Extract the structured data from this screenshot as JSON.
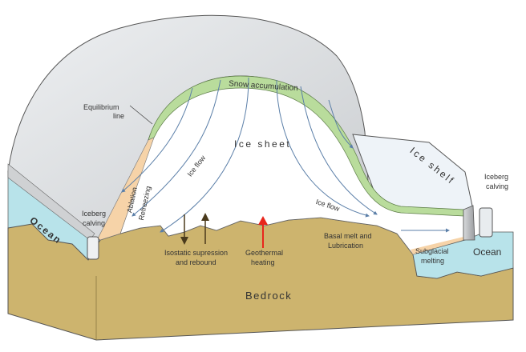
{
  "labels": {
    "snow_accumulation": "Snow accumulation",
    "equilibrium_line_1": "Equilibrium",
    "equilibrium_line_2": "line",
    "ice_sheet": "Ice sheet",
    "ice_shelf": "Ice shelf",
    "ice_flow_left": "Ice flow",
    "ice_flow_right": "Ice flow",
    "ablation": "Ablation",
    "refreezing": "Refreezing",
    "iceberg_calving_left_1": "Iceberg",
    "iceberg_calving_left_2": "calving",
    "iceberg_calving_right_1": "Iceberg",
    "iceberg_calving_right_2": "calving",
    "ocean_left": "Ocean",
    "ocean_right": "Ocean",
    "isostatic_1": "Isostatic supression",
    "isostatic_2": "and rebound",
    "geothermal_1": "Geothermal",
    "geothermal_2": "heating",
    "basal_1": "Basal melt and",
    "basal_2": "Lubrication",
    "subglacial_1": "Subglacial",
    "subglacial_2": "melting",
    "bedrock": "Bedrock"
  },
  "colors": {
    "bedrock": "#cdb46e",
    "ocean": "#b8e3ea",
    "snow": "#b9dc9c",
    "ablation": "#f6d3a8",
    "shell": "#e3e5e8",
    "flow": "#5b7fa8",
    "geothermal": "#e8261c",
    "isostatic": "#4a3a1c"
  }
}
